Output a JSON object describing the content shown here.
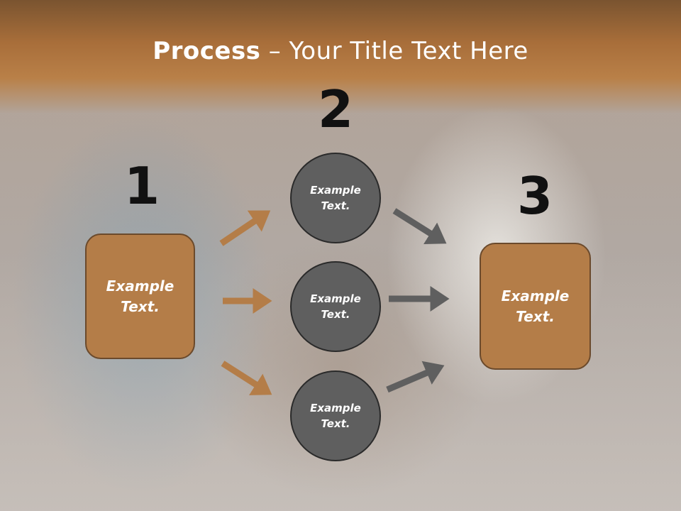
{
  "title": {
    "bold": "Process",
    "rest": " – Your Title Text Here"
  },
  "steps": {
    "step1": "1",
    "step2": "2",
    "step3": "3"
  },
  "step1_box": {
    "line1": "Example",
    "line2": "Text."
  },
  "step2_items": [
    {
      "line1": "Example",
      "line2": "Text."
    },
    {
      "line1": "Example",
      "line2": "Text."
    },
    {
      "line1": "Example",
      "line2": "Text."
    }
  ],
  "step3_box": {
    "line1": "Example",
    "line2": "Text."
  },
  "colors": {
    "box_fill": "#b47d48",
    "circle_fill": "#5f5f5f",
    "arrow_left": "#b47d48",
    "arrow_right": "#5f5f5f"
  }
}
